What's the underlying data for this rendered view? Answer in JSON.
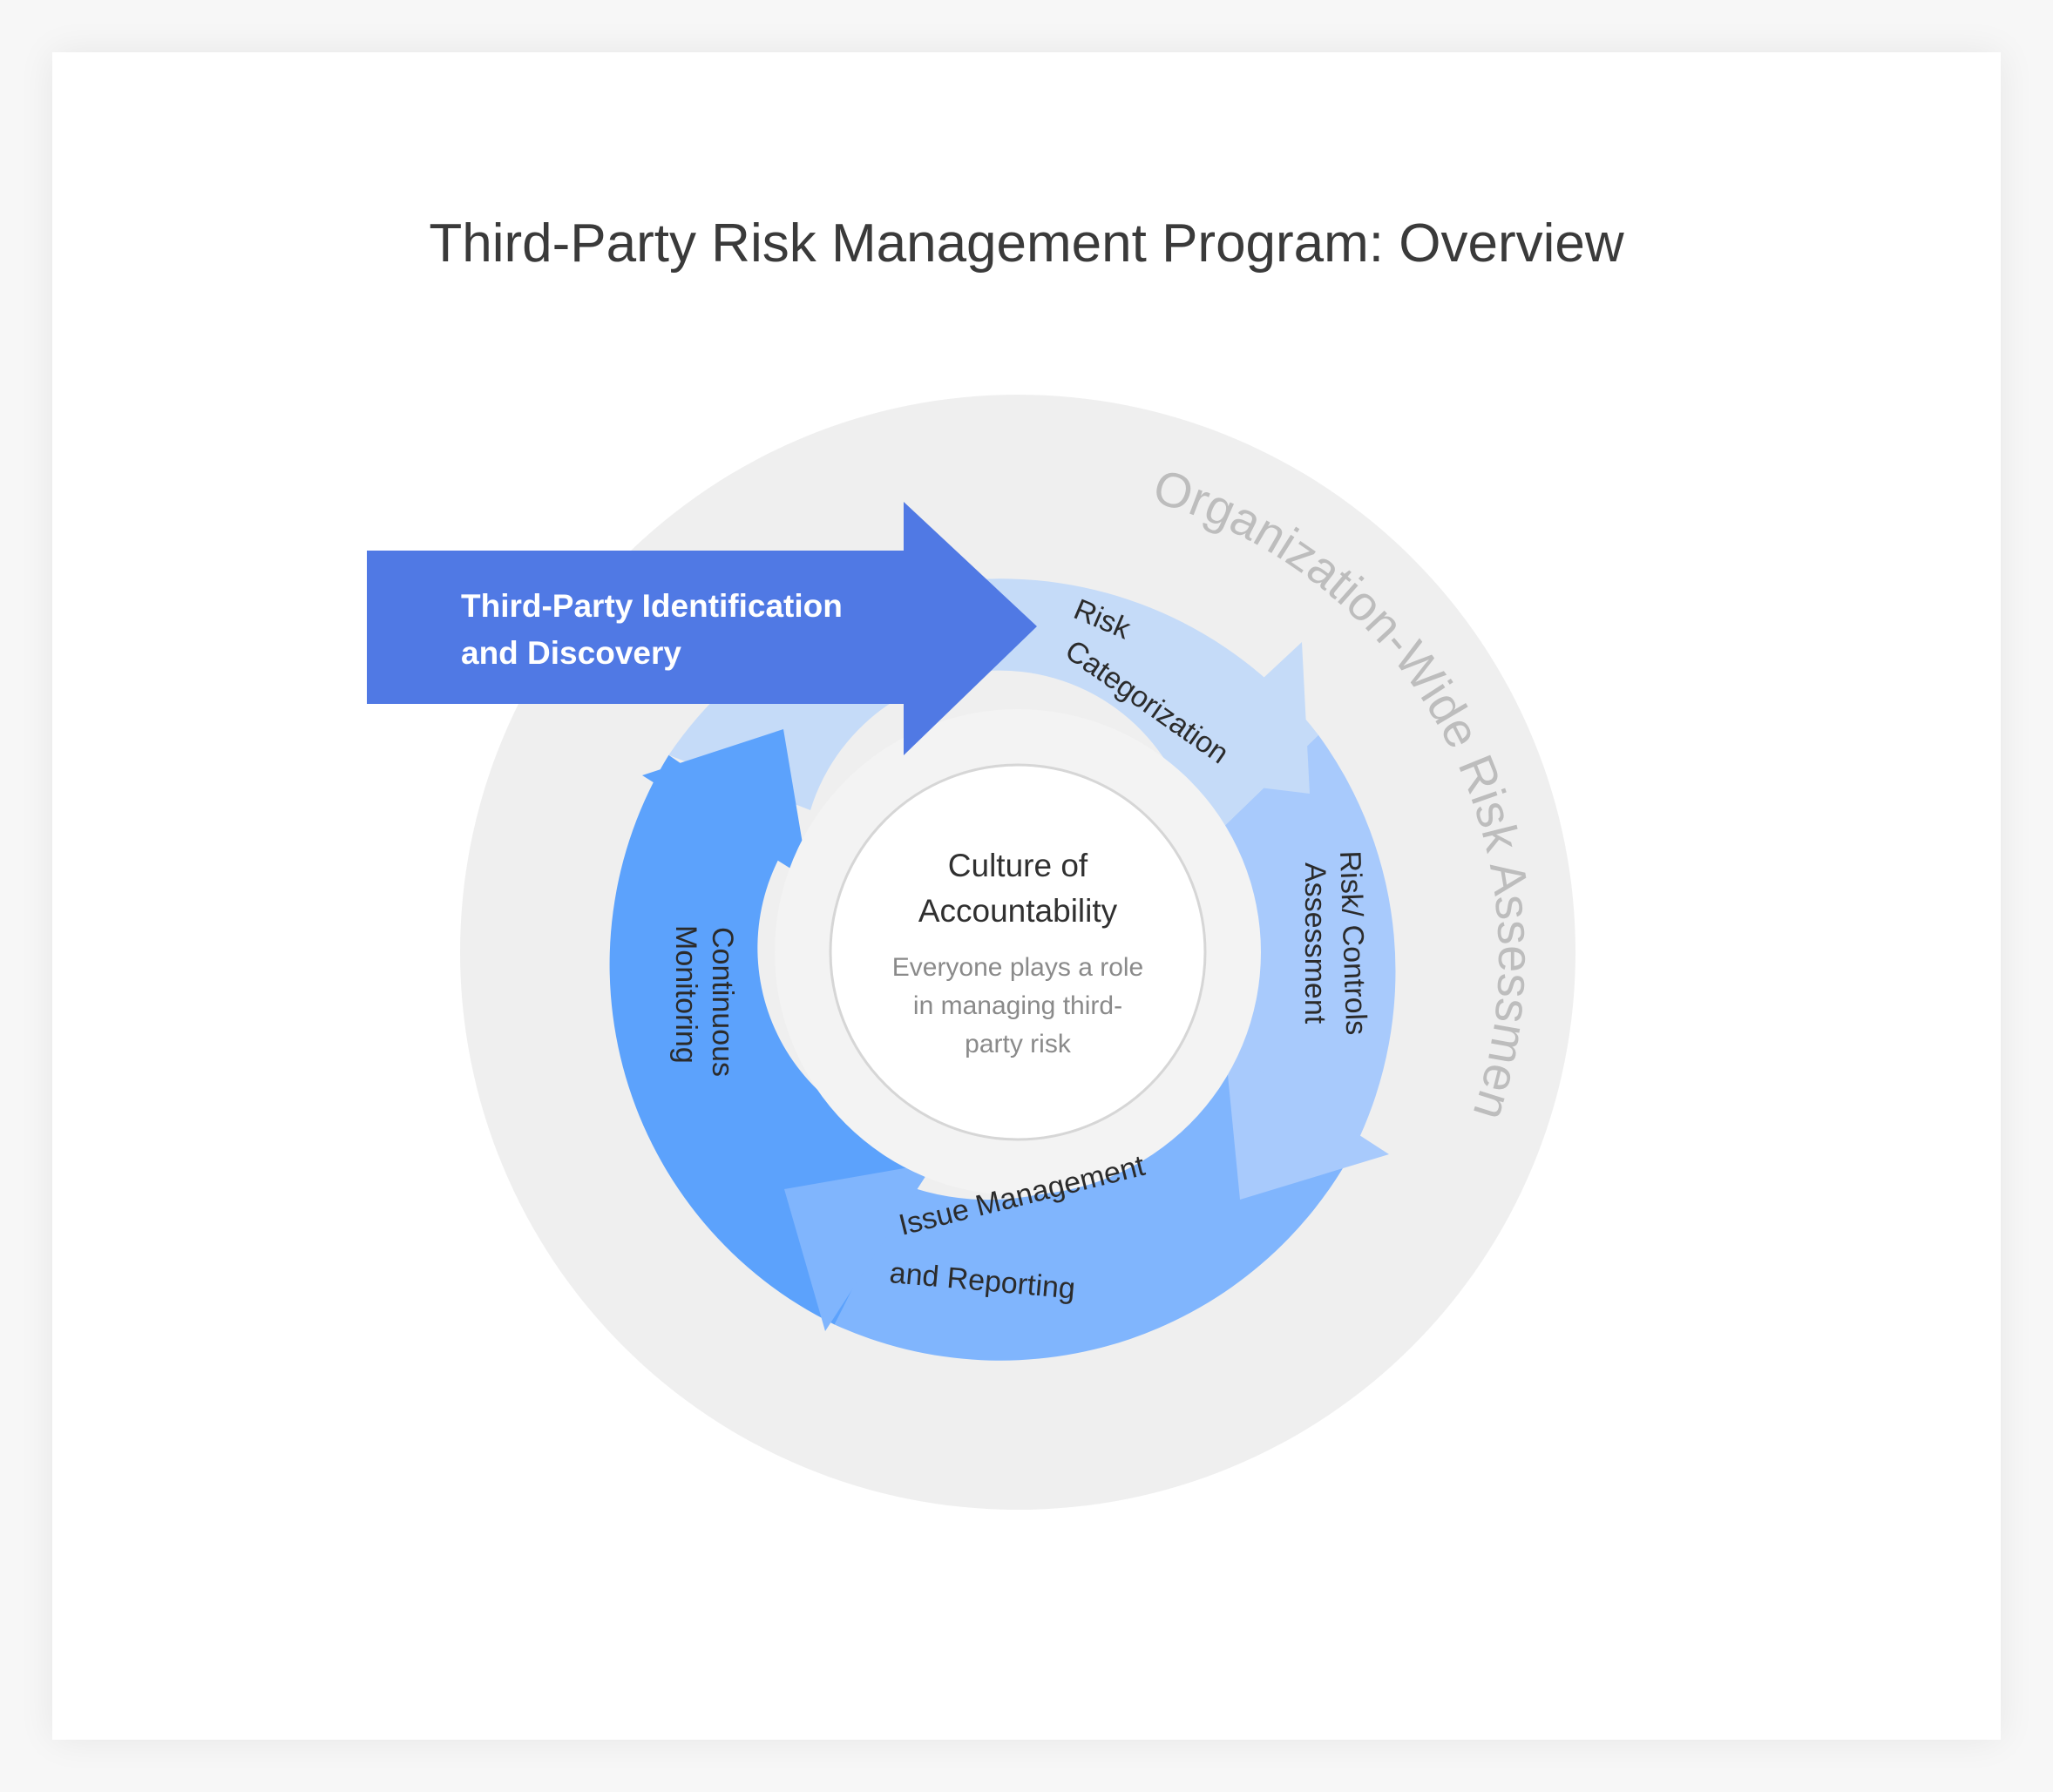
{
  "title": "Third-Party Risk Management Program: Overview",
  "outer_ring": {
    "label": "Organization-Wide Risk Assessments"
  },
  "entry_arrow": {
    "line1": "Third-Party Identification",
    "line2": "and Discovery"
  },
  "cycle": {
    "risk_categorization": {
      "line1": "Risk",
      "line2": "Categorization"
    },
    "risk_controls": {
      "line1": "Risk/ Controls",
      "line2": "Assessment"
    },
    "issue_management": {
      "line1": "Issue Management",
      "line2": "and Reporting"
    },
    "continuous_monitoring": {
      "line1": "Continuous",
      "line2": "Monitoring"
    }
  },
  "core": {
    "heading1": "Culture of",
    "heading2": "Accountability",
    "body1": "Everyone plays a role",
    "body2": "in managing third-",
    "body3": "party risk"
  },
  "colors": {
    "outer_ring": "#efefef",
    "ring_risk_categorization": "#c5dbf8",
    "ring_risk_controls": "#a8cafc",
    "ring_issue_management": "#80b5fd",
    "ring_continuous_monitoring": "#5ca2fc",
    "entry_arrow": "#5079e4",
    "core_disc": "#f3f3f3"
  }
}
